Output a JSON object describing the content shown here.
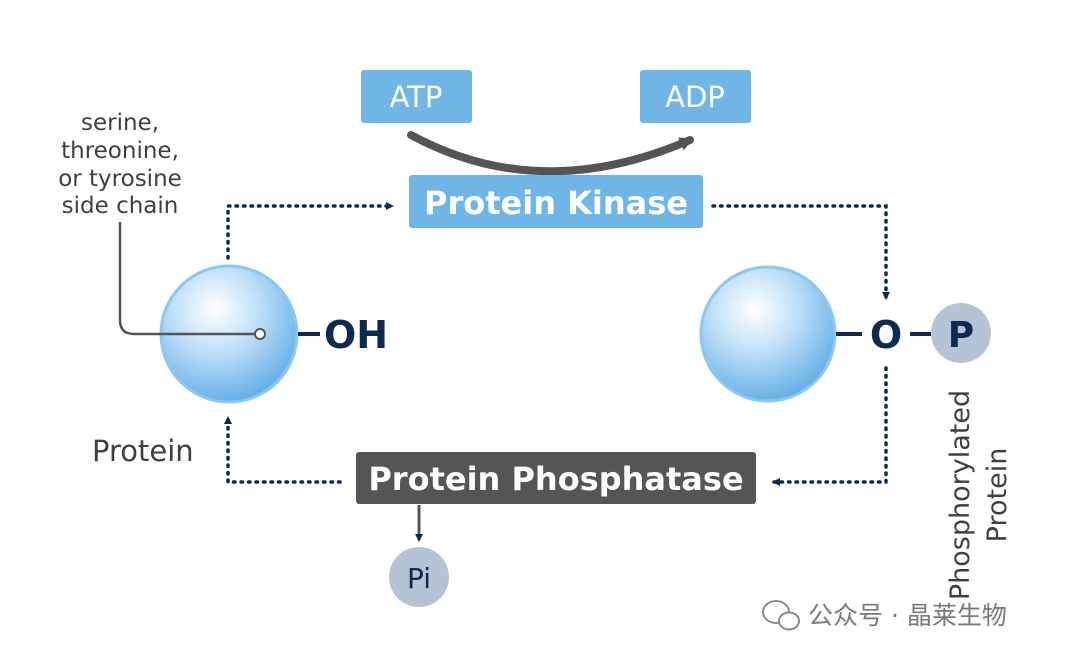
{
  "atp": "ATP",
  "adp": "ADP",
  "kinase": "Protein Kinase",
  "phosphatase": "Protein Phosphatase",
  "side_chain_lines": [
    "serine,",
    "threonine,",
    "or tyrosine",
    "side chain"
  ],
  "protein_label": "Protein",
  "oh": "OH",
  "o": "O",
  "p": "P",
  "pi": "Pi",
  "phosphorylated_lines": [
    "Phosphorylated",
    "Protein"
  ],
  "watermark": "公众号 · 晶莱生物",
  "colors": {
    "light_blue": "#6fb6e6",
    "dark_navy": "#0e2a4f",
    "dark_grey": "#555555",
    "grey_circle": "#b5c4d4",
    "text_grey": "#3f3f3f"
  }
}
